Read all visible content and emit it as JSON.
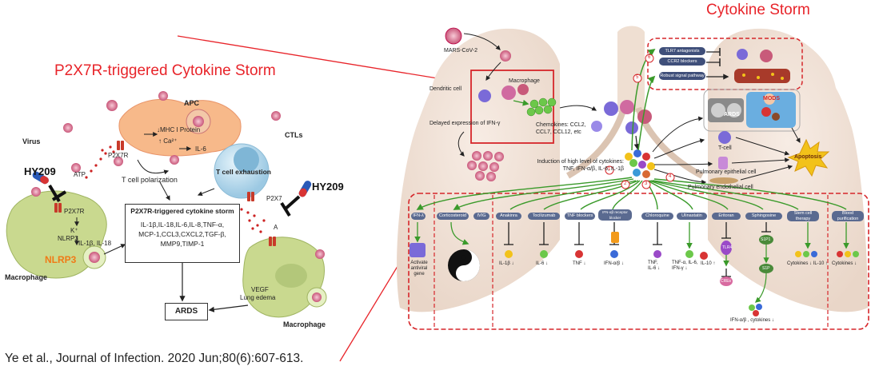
{
  "titles": {
    "left": "P2X7R-triggered Cytokine Storm",
    "right": "Cytokine Storm"
  },
  "citation": "Ye et al., Journal of Infection. 2020 Jun;80(6):607-613.",
  "left_diagram": {
    "apc": "APC",
    "virus": "Virus",
    "ctls": "CTLs",
    "hy209_left": "HY209",
    "hy209_right": "HY209",
    "atp": "ATP",
    "p2x7r_apc": "P2X7R",
    "p2x7r_mac": "P2X7R",
    "p2x7r_ctl": "P2X7",
    "mhc": "↓MHC I Protein",
    "ca": "↑ Ca²⁺",
    "il6": "IL-6",
    "t_cell_polarization": "T cell polarization",
    "t_cell_exhaustion": "T cell exhaustion",
    "k_plus": "K⁺",
    "nlrp3_small": "NLRP3",
    "il1b_il18": "IL-1β, IL-18",
    "nlrp3": "NLRP3",
    "macrophage_left": "Macrophage",
    "macrophage_right": "Macrophage",
    "a_label": "A",
    "storm_box_title": "P2X7R-triggered cytokine storm",
    "storm_box_lines": [
      "IL-1β,IL-18,IL-6,IL-8,TNF-α,",
      "MCP-1,CCL3,CXCL2,TGF-β,",
      "MMP9,TIMP-1"
    ],
    "vegf": "VEGF",
    "lung_edema": "Lung edema",
    "ards": "ARDS"
  },
  "right_diagram": {
    "mars_cov2": "MARS-CoV-2",
    "dendritic_cell": "Dendritic cell",
    "macrophage": "Macrophage",
    "delayed": "Delayed expression of IFN-γ",
    "chemokines": [
      "Chemokines: CCL2,",
      "CCL7, CCL12, etc"
    ],
    "induction": [
      "Induction of high level of cytokines:",
      "TNF, IFN-α/β, IL-6, IL-1β"
    ],
    "ards": "ARDS",
    "mods": "MODS",
    "t_cell": "T-cell",
    "apoptosis": "Apoptosis",
    "pulm_epi": "Pulmonary epithelial cell",
    "pulm_endo": "Pulmonary endothelial cell",
    "top_boxes": [
      "TLR7 antagonists",
      "CCR2 blockers",
      "Robust signal pathway"
    ],
    "numbers": [
      "1",
      "2",
      "3",
      "4",
      "5",
      "6"
    ],
    "treatments": [
      "IFN-λ",
      "Corticosteroid",
      "IVIG",
      "Anakinra",
      "Tocilizumab",
      "TNF blockers",
      "IFN-αβ receptor blocker",
      "Chloroquine",
      "Ulinastatin",
      "Eritoran",
      "Sphingosine",
      "Stem cell therapy",
      "Blood purification"
    ],
    "effects": {
      "activate": [
        "Activate",
        "antiviral",
        "gene"
      ],
      "il1b": "IL-1β ↓",
      "il6": "IL-6 ↓",
      "tnf": "TNF ↓",
      "ifnab": "IFN-α/β ↓",
      "chloro": [
        "TNF,",
        "IL-6 ↓"
      ],
      "ulin": [
        "TNF-α, IL-6,",
        "IFN-γ ↓"
      ],
      "il10": "IL-10 ↑",
      "stem": "Cytokines ↓ IL-10 ↑",
      "blood": "Cytokines ↓",
      "bottom": "IFN-α/β , cytokines ↓",
      "tlr4": "TLR4",
      "s1p1": "S1P1",
      "s1p": "S1P",
      "crps": "CREs"
    }
  },
  "colors": {
    "title_red": "#e8242a",
    "dash_red": "#d6262a",
    "arrow_green": "#3a9a2a",
    "inhibit_black": "#111111",
    "nlrp3_orange": "#f07a16",
    "pill_blue": "#5a6a90"
  }
}
